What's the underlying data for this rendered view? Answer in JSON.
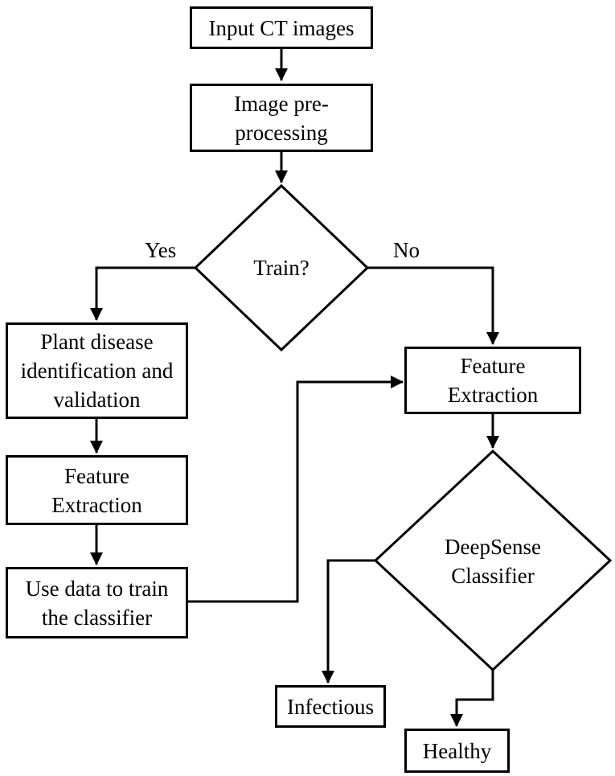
{
  "nodes": {
    "input": "Input CT images",
    "preprocess": "Image pre-\nprocessing",
    "decision": "Train?",
    "plant": "Plant disease\nidentification and\nvalidation",
    "feature_left": "Feature\nExtraction",
    "train": "Use data to train\nthe classifier",
    "feature_right": "Feature\nExtraction",
    "classifier": "DeepSense\nClassifier",
    "infectious": "Infectious",
    "healthy": "Healthy"
  },
  "edge_labels": {
    "yes": "Yes",
    "no": "No"
  },
  "colors": {
    "stroke": "#000000",
    "fill": "#ffffff"
  }
}
